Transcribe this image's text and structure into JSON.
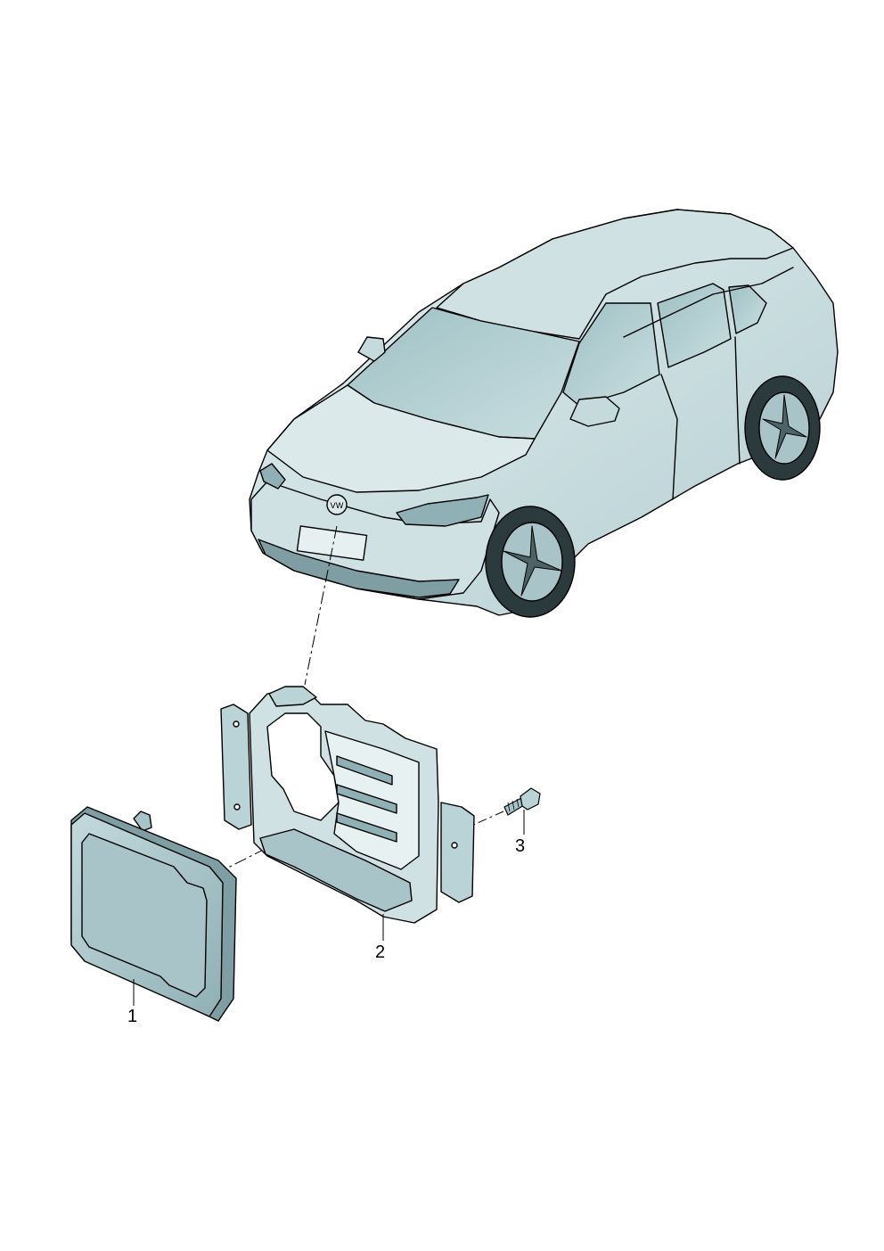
{
  "diagram": {
    "type": "exploded parts illustration",
    "colors": {
      "part_fill": "#b9d3d6",
      "part_fill_light": "#dceaec",
      "part_fill_dark": "#8fb0b5",
      "outline": "#000000",
      "background": "#ffffff"
    },
    "callouts": [
      {
        "number": "1",
        "part": "radar-sensor"
      },
      {
        "number": "2",
        "part": "sensor-bracket"
      },
      {
        "number": "3",
        "part": "screw"
      }
    ],
    "vehicle": {
      "emblem": "VW"
    }
  }
}
